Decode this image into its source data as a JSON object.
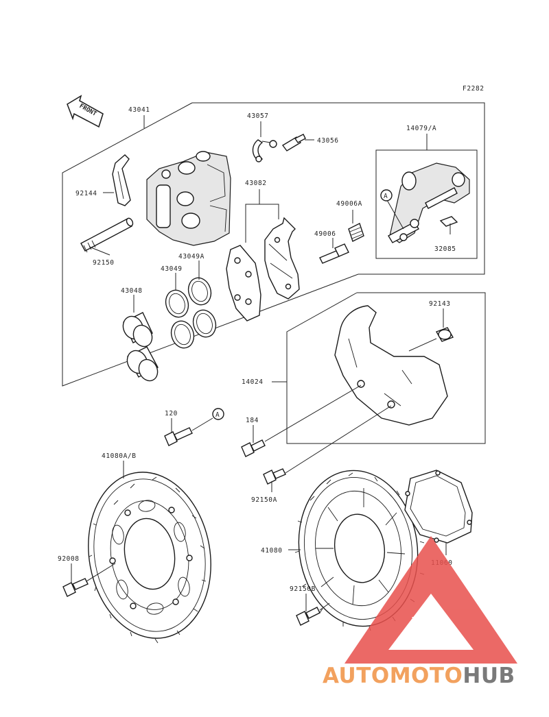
{
  "figure_code": "F2282",
  "front_label": "FRONT",
  "callout_a": "A",
  "parts": [
    {
      "id": "43041"
    },
    {
      "id": "92144"
    },
    {
      "id": "92150"
    },
    {
      "id": "43057"
    },
    {
      "id": "43056"
    },
    {
      "id": "14079/A"
    },
    {
      "id": "43082"
    },
    {
      "id": "49006A"
    },
    {
      "id": "49006"
    },
    {
      "id": "32085"
    },
    {
      "id": "43049A"
    },
    {
      "id": "43049"
    },
    {
      "id": "43048"
    },
    {
      "id": "92143"
    },
    {
      "id": "14024"
    },
    {
      "id": "120"
    },
    {
      "id": "184"
    },
    {
      "id": "41080A/B"
    },
    {
      "id": "92150A"
    },
    {
      "id": "41080"
    },
    {
      "id": "11060"
    },
    {
      "id": "92008"
    },
    {
      "id": "92150B"
    }
  ],
  "watermark": {
    "part1": "AUTOMOTO",
    "part2": "HUB",
    "color1": "#f2a15e",
    "color2": "#7a7a7a",
    "triangle_color": "#e8504c"
  }
}
